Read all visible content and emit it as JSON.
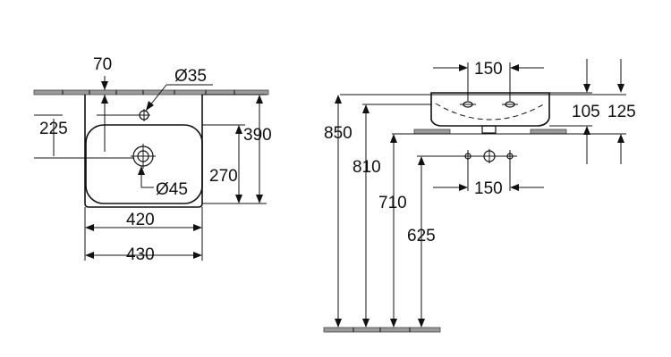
{
  "plan_view": {
    "dim_tap_offset": "70",
    "dim_tap_hole": "Ø35",
    "dim_tap_depth": "225",
    "dim_total_depth": "390",
    "dim_basin_depth": "270",
    "dim_waste": "Ø45",
    "dim_basin_width": "420",
    "dim_total_width": "430"
  },
  "side_view": {
    "dim_fixing_spacing_top": "150",
    "dim_height_105": "105",
    "dim_height_125": "125",
    "dim_rim_height": "850",
    "dim_810": "810",
    "dim_710": "710",
    "dim_625": "625",
    "dim_fixing_spacing_bottom": "150"
  }
}
